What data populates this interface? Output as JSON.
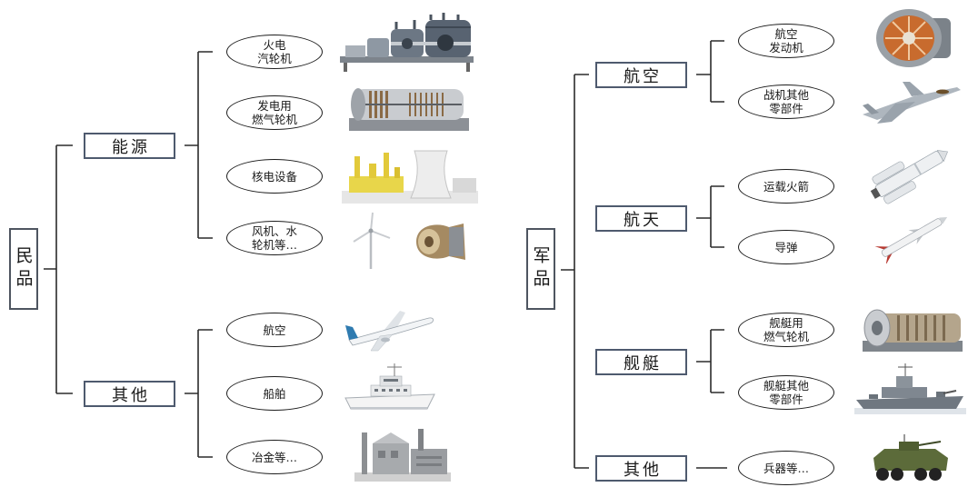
{
  "civilian": {
    "root": "民品",
    "groups": [
      {
        "label": "能源",
        "items": [
          {
            "lines": [
              "火电",
              "汽轮机"
            ],
            "image": "steam-turbine"
          },
          {
            "lines": [
              "发电用",
              "燃气轮机"
            ],
            "image": "gas-turbine"
          },
          {
            "lines": [
              "核电设备"
            ],
            "image": "nuclear-power-plant"
          },
          {
            "lines": [
              "风机、水",
              "轮机等…"
            ],
            "image": "wind-turbine-and-hydro-turbine"
          }
        ]
      },
      {
        "label": "其他",
        "items": [
          {
            "lines": [
              "航空"
            ],
            "image": "airliner"
          },
          {
            "lines": [
              "船舶"
            ],
            "image": "ship"
          },
          {
            "lines": [
              "冶金等…"
            ],
            "image": "metallurgy-plant"
          }
        ]
      }
    ]
  },
  "military": {
    "root": "军品",
    "groups": [
      {
        "label": "航空",
        "items": [
          {
            "lines": [
              "航空",
              "发动机"
            ],
            "image": "aero-engine"
          },
          {
            "lines": [
              "战机其他",
              "零部件"
            ],
            "image": "fighter-jet"
          }
        ]
      },
      {
        "label": "航天",
        "items": [
          {
            "lines": [
              "运载火箭"
            ],
            "image": "launch-rocket"
          },
          {
            "lines": [
              "导弹"
            ],
            "image": "missile"
          }
        ]
      },
      {
        "label": "舰艇",
        "items": [
          {
            "lines": [
              "舰艇用",
              "燃气轮机"
            ],
            "image": "marine-gas-turbine"
          },
          {
            "lines": [
              "舰艇其他",
              "零部件"
            ],
            "image": "warship"
          }
        ]
      },
      {
        "label": "其他",
        "items": [
          {
            "lines": [
              "兵器等…"
            ],
            "image": "armored-vehicle"
          }
        ]
      }
    ]
  },
  "colors": {
    "box_border": "#4e5a6e",
    "connector": "#2b2b2b"
  }
}
